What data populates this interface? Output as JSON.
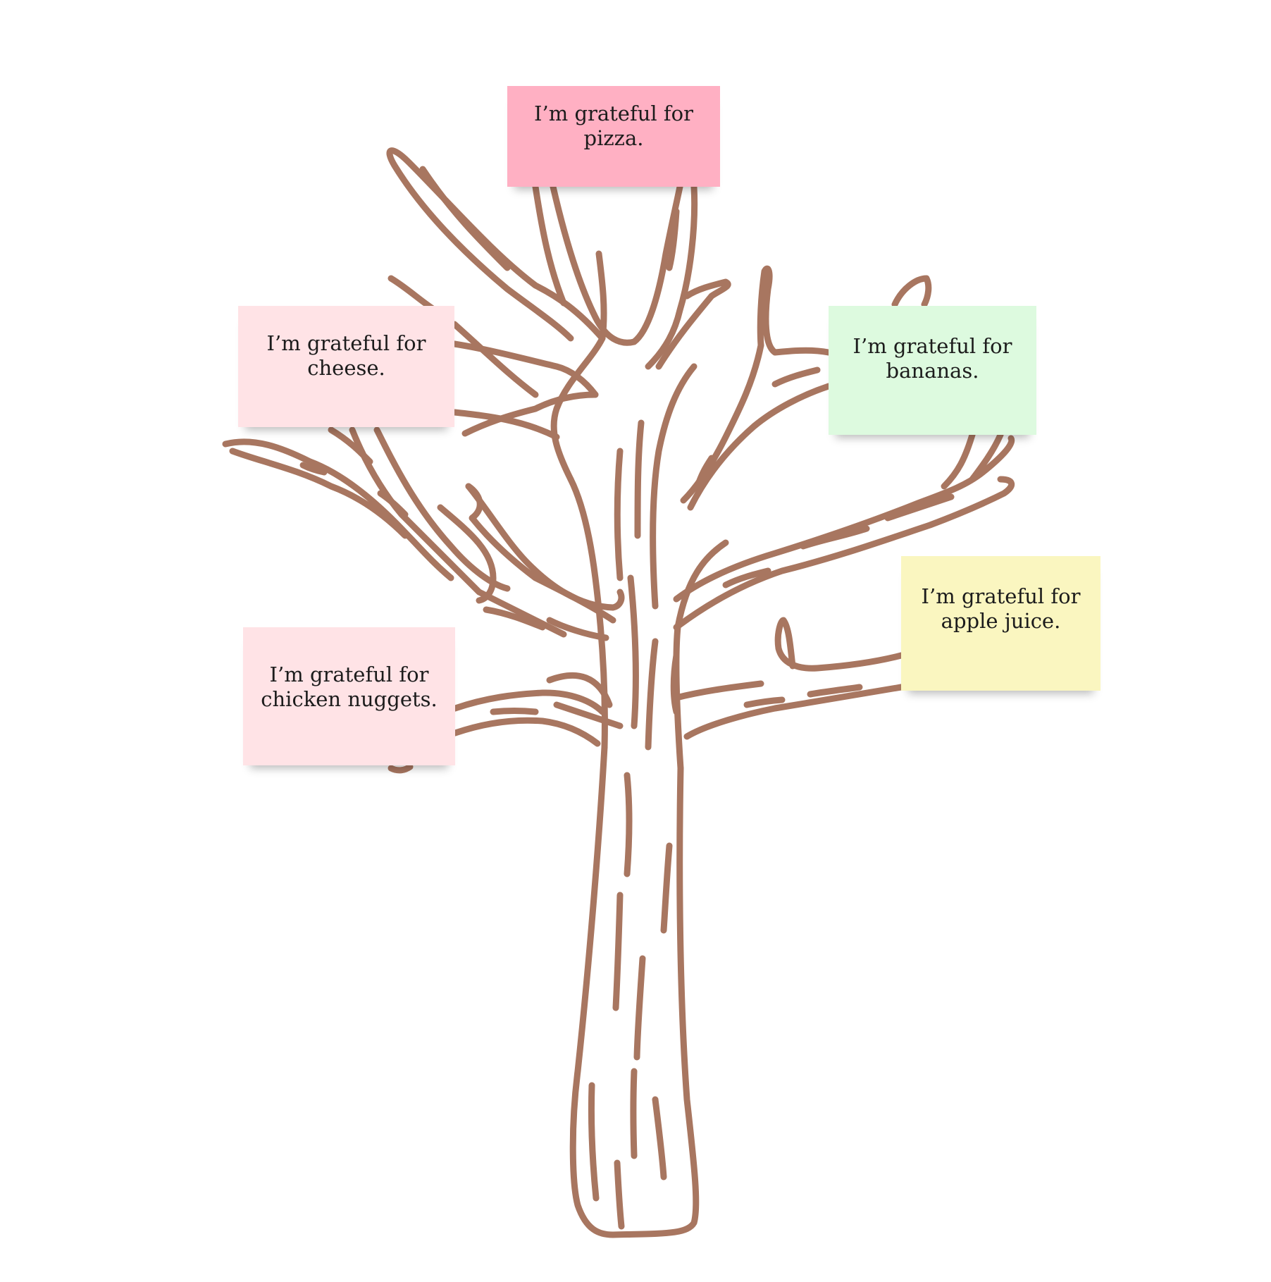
{
  "tree": {
    "stroke_color": "#a87660"
  },
  "notes": [
    {
      "id": "pizza",
      "text": "I’m grateful for\npizza.",
      "color": "#ffb0c3"
    },
    {
      "id": "cheese",
      "text": "I’m grateful for\ncheese.",
      "color": "#ffe3e6"
    },
    {
      "id": "bananas",
      "text": "I’m grateful for\nbananas.",
      "color": "#ddfadf"
    },
    {
      "id": "juice",
      "text": "I’m grateful for\napple juice.",
      "color": "#faf6c0"
    },
    {
      "id": "nuggets",
      "text": "I’m grateful for\nchicken nuggets.",
      "color": "#ffe3e6"
    }
  ]
}
